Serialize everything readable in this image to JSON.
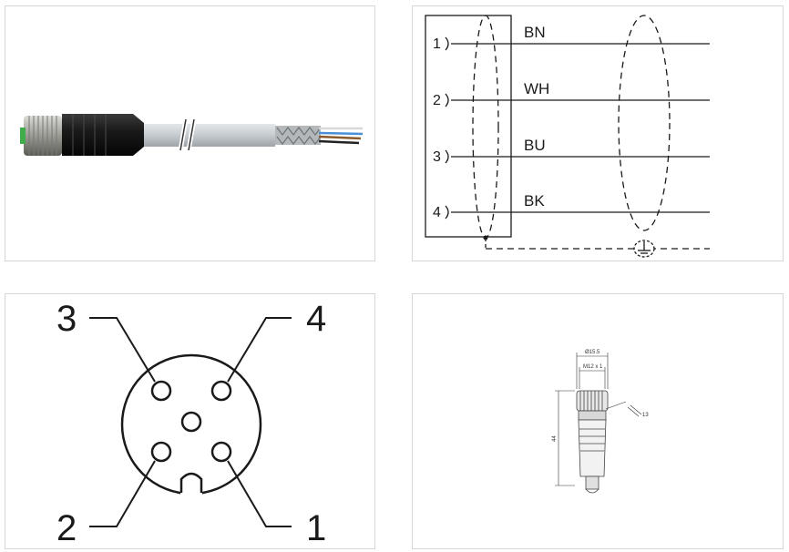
{
  "wiring_diagram": {
    "wires": [
      {
        "pin": "1",
        "color_code": "BN"
      },
      {
        "pin": "2",
        "color_code": "WH"
      },
      {
        "pin": "3",
        "color_code": "BU"
      },
      {
        "pin": "4",
        "color_code": "BK"
      }
    ]
  },
  "pinout": {
    "pins": [
      "3",
      "4",
      "2",
      "1"
    ]
  },
  "dimension_drawing": {
    "outer_diameter": "Ø15.5",
    "thread": "M12 x 1",
    "length": "44",
    "wrench_size": "13"
  }
}
